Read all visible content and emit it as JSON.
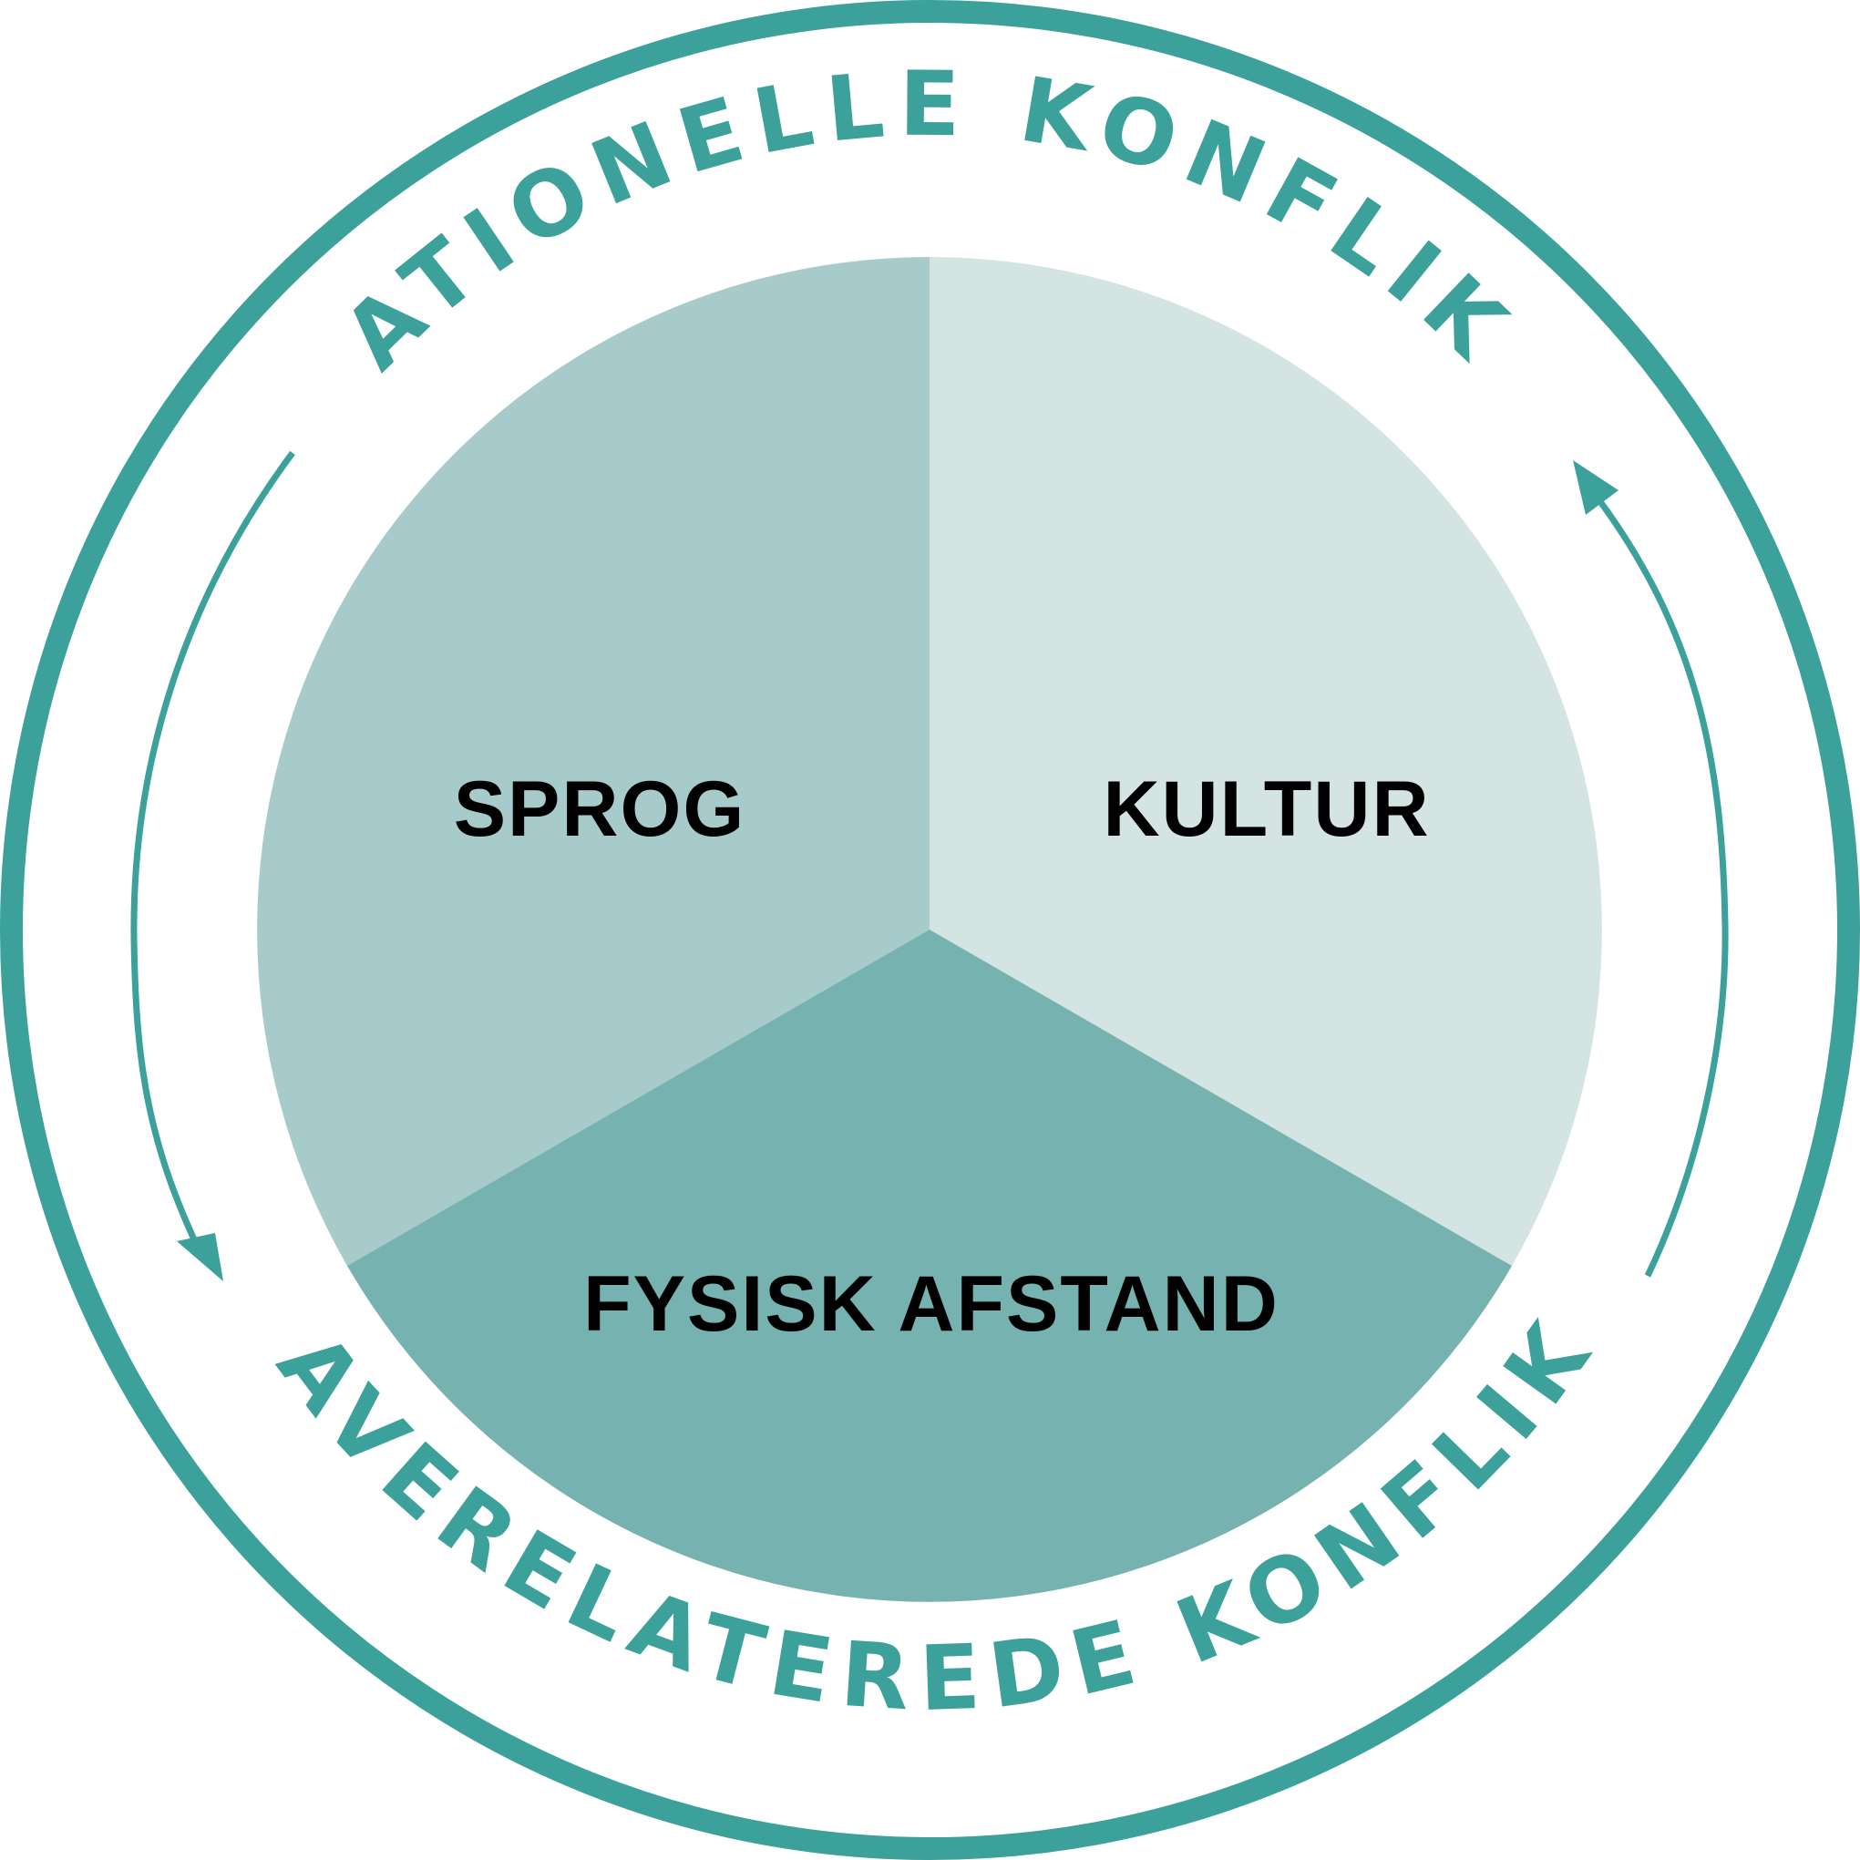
{
  "colors": {
    "ring": "#3ba19a",
    "sprog": "#a6cbca",
    "kultur": "#d3e4e3",
    "fysisk_afstand": "#76b2b0",
    "label_text": "#000000",
    "background": "#ffffff"
  },
  "ring": {
    "top_label": "RELATIONELLE KONFLIKTER",
    "bottom_label": "OPGAVERELATEREDE KONFLIKTER"
  },
  "segments": {
    "sprog": "SPROG",
    "kultur": "KULTUR",
    "fysisk_afstand": "FYSISK AFSTAND"
  },
  "icons": {
    "left_arrow": "curved-arrow-down-icon",
    "right_arrow": "curved-arrow-up-icon"
  }
}
